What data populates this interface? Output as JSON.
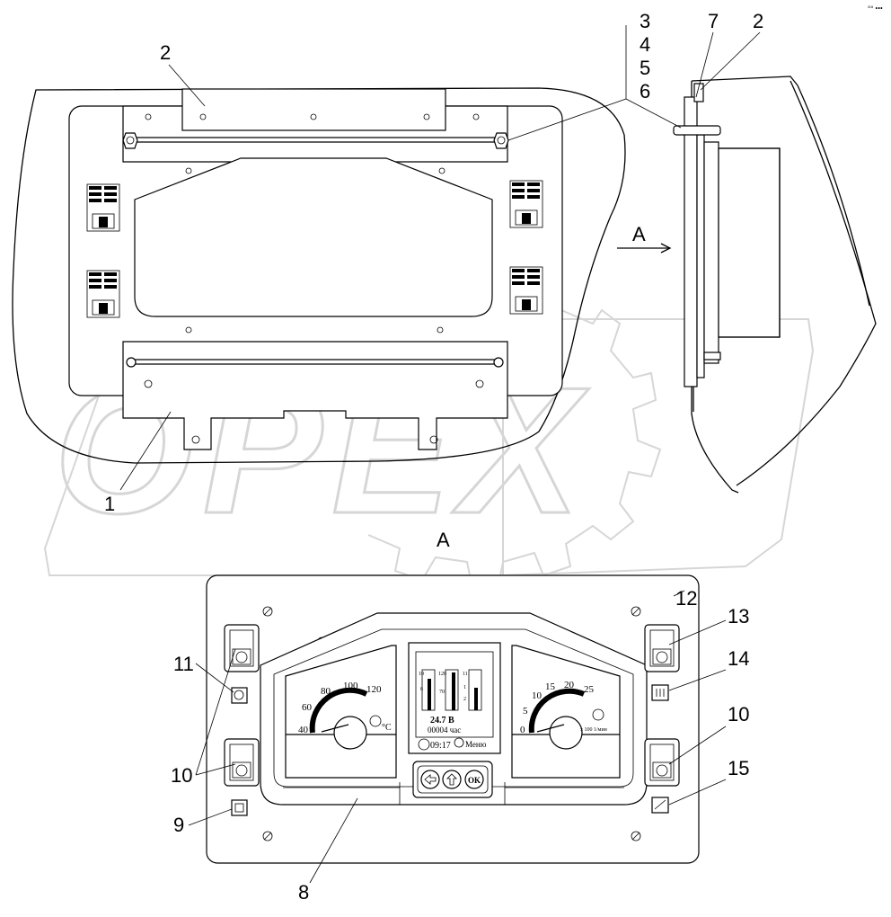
{
  "watermark": {
    "text": "OPEX",
    "color": "#d9d9d9"
  },
  "corner_mark": "°° •••",
  "view_arrow_label": "A",
  "section_title": "A",
  "top_callouts": {
    "c1": "1",
    "c2_left": "2",
    "c2_right": "2",
    "c3": "3",
    "c4": "4",
    "c5": "5",
    "c6": "6",
    "c7": "7"
  },
  "panel_callouts": {
    "c8": "8",
    "c9": "9",
    "c10_left": "10",
    "c10_right": "10",
    "c11": "11",
    "c12": "12",
    "c13": "13",
    "c14": "14",
    "c15": "15"
  },
  "left_gauge": {
    "ticks": [
      "40",
      "60",
      "80",
      "100",
      "120"
    ],
    "unit": "°C"
  },
  "right_gauge": {
    "ticks": [
      "0",
      "5",
      "10",
      "15",
      "20",
      "25"
    ],
    "unit": "x 100 1/мин"
  },
  "display": {
    "voltage": "24.7 В",
    "hours": "00004 час",
    "time": "09:17",
    "menu": "Меню",
    "bar_scales": [
      "10",
      "6",
      "120",
      "70",
      "11",
      "1",
      "2"
    ]
  },
  "buttons": {
    "ok": "OK"
  }
}
